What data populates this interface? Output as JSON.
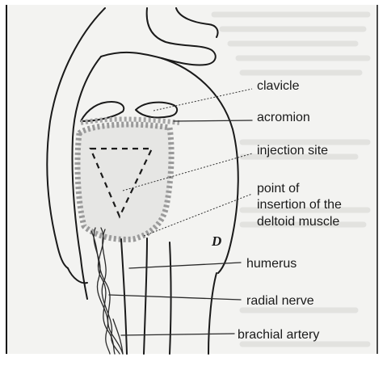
{
  "labels": {
    "clavicle": "clavicle",
    "acromion": "acromion",
    "injection_site": "injection site",
    "insertion_line1": "point of",
    "insertion_line2": "insertion of the",
    "insertion_line3": "deltoid muscle",
    "humerus": "humerus",
    "radial_nerve": "radial nerve",
    "brachial_artery": "brachial artery",
    "marker": "D"
  }
}
